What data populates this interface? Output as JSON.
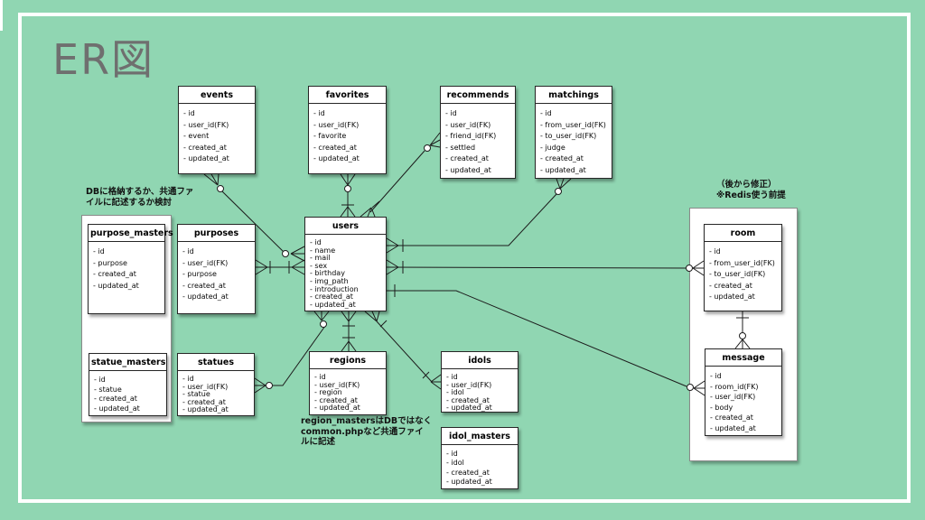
{
  "title": "ER図",
  "colors": {
    "background": "#90d6b2",
    "box_fill": "#ffffff",
    "line": "#1c1c1c",
    "title_text": "#6f6f6f"
  },
  "notes": [
    {
      "text": "DBに格納するか、共通ファ\nイルに記述するか検討"
    },
    {
      "text": "region_mastersはDBではなく\ncommon.phpなど共通ファイ\nルに記述"
    },
    {
      "text": "（後から修正）\n※Redis使う前提"
    }
  ],
  "entities": [
    {
      "name": "events",
      "fields": [
        "- id",
        "- user_id(FK)",
        "- event",
        "- created_at",
        "- updated_at"
      ]
    },
    {
      "name": "favorites",
      "fields": [
        "- id",
        "- user_id(FK)",
        "- favorite",
        "- created_at",
        "- updated_at"
      ]
    },
    {
      "name": "recommends",
      "fields": [
        "- id",
        "- user_id(FK)",
        "- friend_id(FK)",
        "- settled",
        "- created_at",
        "- updated_at"
      ]
    },
    {
      "name": "matchings",
      "fields": [
        "- id",
        "- from_user_id(FK)",
        "- to_user_id(FK)",
        "- judge",
        "- created_at",
        "- updated_at"
      ]
    },
    {
      "name": "purpose_masters",
      "fields": [
        "- id",
        "- purpose",
        "- created_at",
        "- updated_at"
      ]
    },
    {
      "name": "purposes",
      "fields": [
        "- id",
        "- user_id(FK)",
        "- purpose",
        "- created_at",
        "- updated_at"
      ]
    },
    {
      "name": "users",
      "fields": [
        "- id",
        "- name",
        "- mail",
        "- sex",
        "- birthday",
        "- img_path",
        "- introduction",
        "- created_at",
        "- updated_at"
      ]
    },
    {
      "name": "statue_masters",
      "fields": [
        "- id",
        "- statue",
        "- created_at",
        "- updated_at"
      ]
    },
    {
      "name": "statues",
      "fields": [
        "- id",
        "- user_id(FK)",
        "- statue",
        "- created_at",
        "- updated_at"
      ]
    },
    {
      "name": "regions",
      "fields": [
        "- id",
        "- user_id(FK)",
        "- region",
        "- created_at",
        "- updated_at"
      ]
    },
    {
      "name": "idols",
      "fields": [
        "- id",
        "- user_id(FK)",
        "- idol",
        "- created_at",
        "- updated_at"
      ]
    },
    {
      "name": "idol_masters",
      "fields": [
        "- id",
        "- idol",
        "- created_at",
        "- updated_at"
      ]
    },
    {
      "name": "room",
      "fields": [
        "- id",
        "- from_user_id(FK)",
        "- to_user_id(FK)",
        "- created_at",
        "- updated_at"
      ]
    },
    {
      "name": "message",
      "fields": [
        "- id",
        "- room_id(FK)",
        "- user_id(FK)",
        "- body",
        "- created_at",
        "- updated_at"
      ]
    }
  ]
}
